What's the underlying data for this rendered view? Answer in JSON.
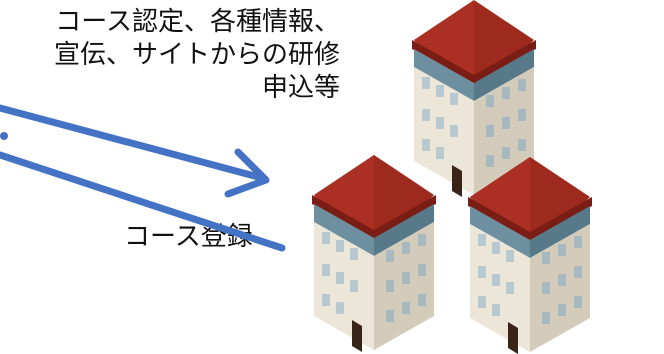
{
  "labels": {
    "top_line1": "コース認定、各種情報、",
    "top_line2": "宣伝、サイトからの研修",
    "top_line3": "申込等",
    "bottom": "コース登録"
  },
  "colors": {
    "arrow": "#4472C4",
    "roof": "#9e2a1e",
    "roof_dark": "#7a1d14",
    "wall_light": "#ece6d8",
    "wall_shade": "#d3ccbb",
    "cornice": "#6d8fa0",
    "window": "#b7c8cf",
    "door": "#3a2418"
  },
  "icons": [
    "building-icon",
    "building-icon",
    "building-icon"
  ]
}
